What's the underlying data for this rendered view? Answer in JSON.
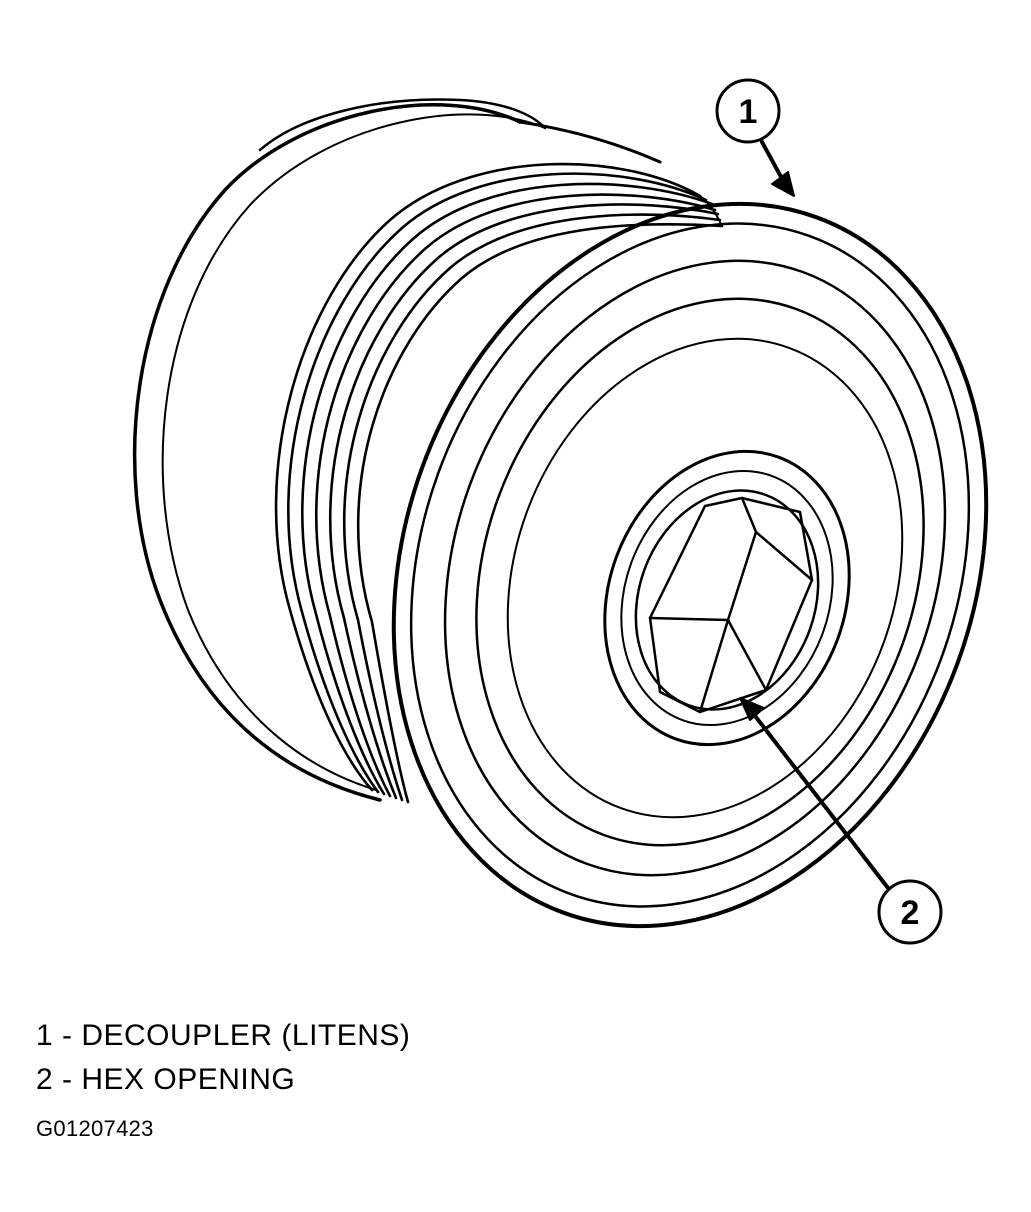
{
  "callouts": [
    {
      "number": "1",
      "label": "DECOUPLER (LITENS)"
    },
    {
      "number": "2",
      "label": "HEX OPENING"
    }
  ],
  "legend": [
    "1 - DECOUPLER (LITENS)",
    "2 - HEX OPENING"
  ],
  "figure_id": "G01207423",
  "colors": {
    "ink": "#000000",
    "paper": "#ffffff"
  }
}
